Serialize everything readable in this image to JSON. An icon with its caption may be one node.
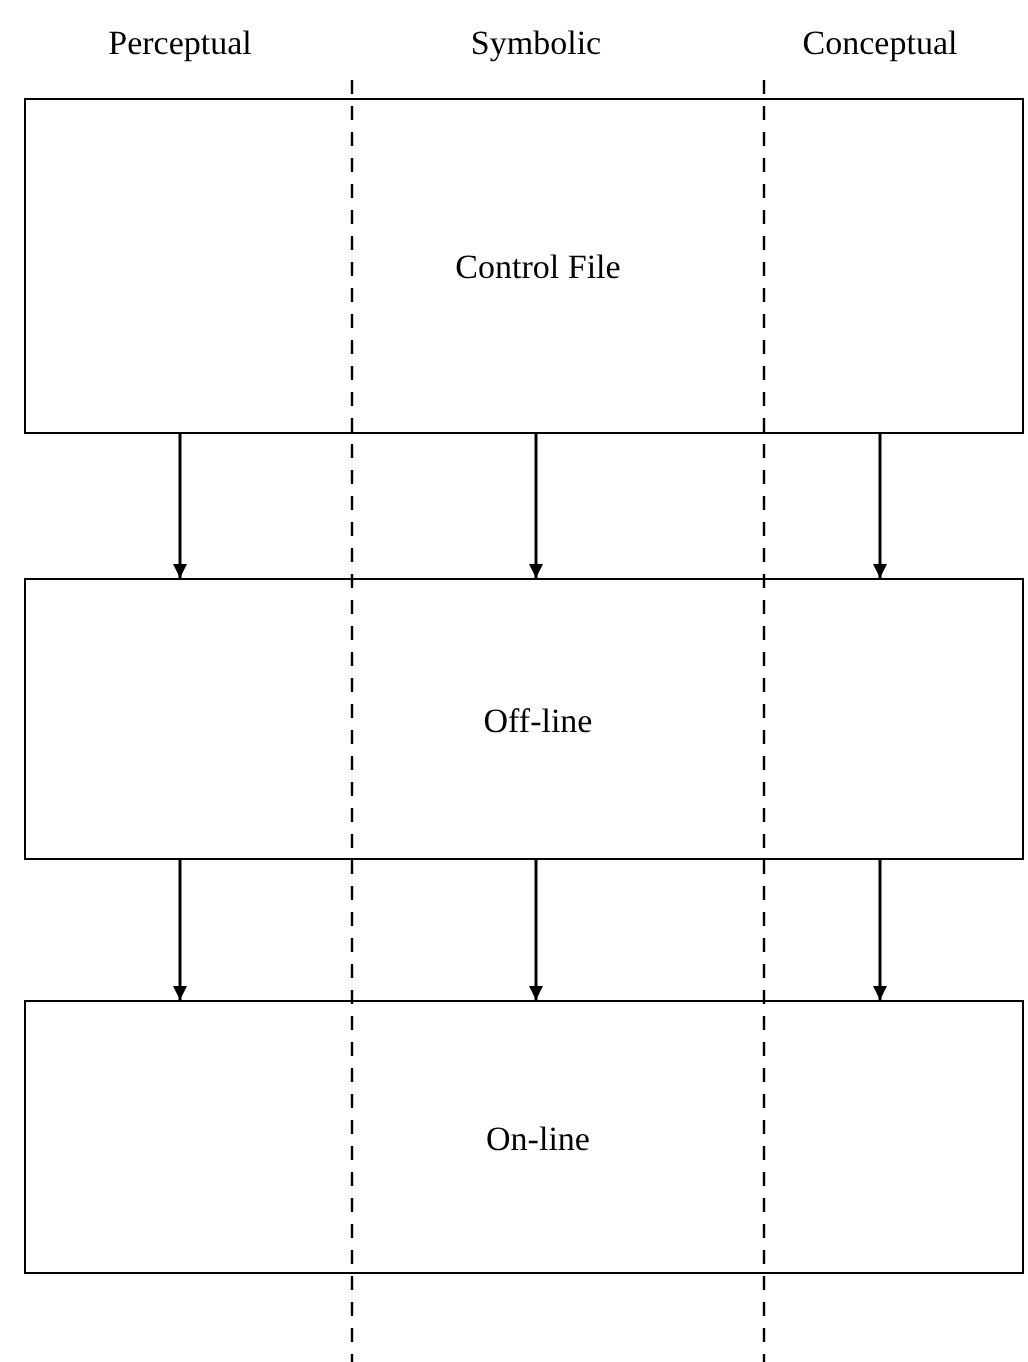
{
  "diagram": {
    "nodes": [
      {
        "text": [
          "Control File"
        ]
      },
      {
        "text": [
          "Off-line"
        ]
      },
      {
        "text": [
          "On-line"
        ]
      }
    ],
    "edges": [
      {
        "from": 0,
        "to": 1,
        "arrow": "to"
      },
      {
        "from": 0,
        "to": 1,
        "arrow": "to"
      },
      {
        "from": 0,
        "to": 1,
        "arrow": "to"
      },
      {
        "from": 1,
        "to": 2,
        "arrow": "to"
      },
      {
        "from": 1,
        "to": 2,
        "arrow": "to"
      },
      {
        "from": 1,
        "to": 2,
        "arrow": "to"
      }
    ],
    "labels": [
      "Perceptual",
      "Symbolic",
      "Conceptual"
    ]
  }
}
